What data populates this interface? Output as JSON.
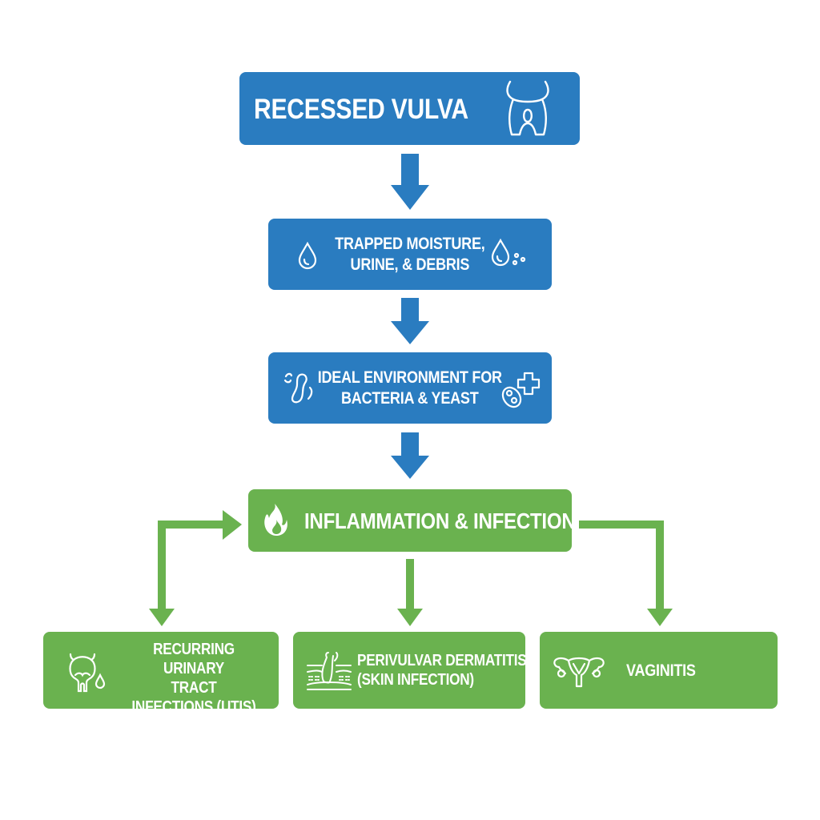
{
  "diagram": {
    "colors": {
      "blue": "#2a7cc0",
      "green": "#6ab24f",
      "background": "#ffffff"
    },
    "nodes": {
      "recessed_vulva": {
        "label": "RECESSED VULVA",
        "icon": "dog-rear-icon"
      },
      "trapped_moisture": {
        "line1": "TRAPPED MOISTURE,",
        "line2": "URINE, & DEBRIS",
        "icons": [
          "water-drop-icon",
          "drop-with-debris-icon"
        ]
      },
      "ideal_environment": {
        "line1": "IDEAL ENVIRONMENT FOR",
        "line2": "BACTERIA & YEAST",
        "icons": [
          "bacteria-icon",
          "yeast-cell-icon"
        ]
      },
      "inflammation": {
        "label": "INFLAMMATION & INFECTION",
        "icon": "flame-icon"
      },
      "utis": {
        "line1": "RECURRING URINARY",
        "line2": "TRACT",
        "line3": "INFECTIONS (UTIS)",
        "icon": "bladder-icon"
      },
      "dermatitis": {
        "line1": "PERIVULVAR DERMATITIS",
        "line2": "(SKIN INFECTION)",
        "icon": "skin-layer-icon"
      },
      "vaginitis": {
        "label": "VAGINITIS",
        "icon": "uterus-icon"
      }
    },
    "edges": [
      {
        "from": "recessed_vulva",
        "to": "trapped_moisture"
      },
      {
        "from": "trapped_moisture",
        "to": "ideal_environment"
      },
      {
        "from": "ideal_environment",
        "to": "inflammation"
      },
      {
        "from": "inflammation",
        "to": "utis",
        "bidirectional": true
      },
      {
        "from": "inflammation",
        "to": "dermatitis"
      },
      {
        "from": "inflammation",
        "to": "vaginitis"
      }
    ]
  }
}
